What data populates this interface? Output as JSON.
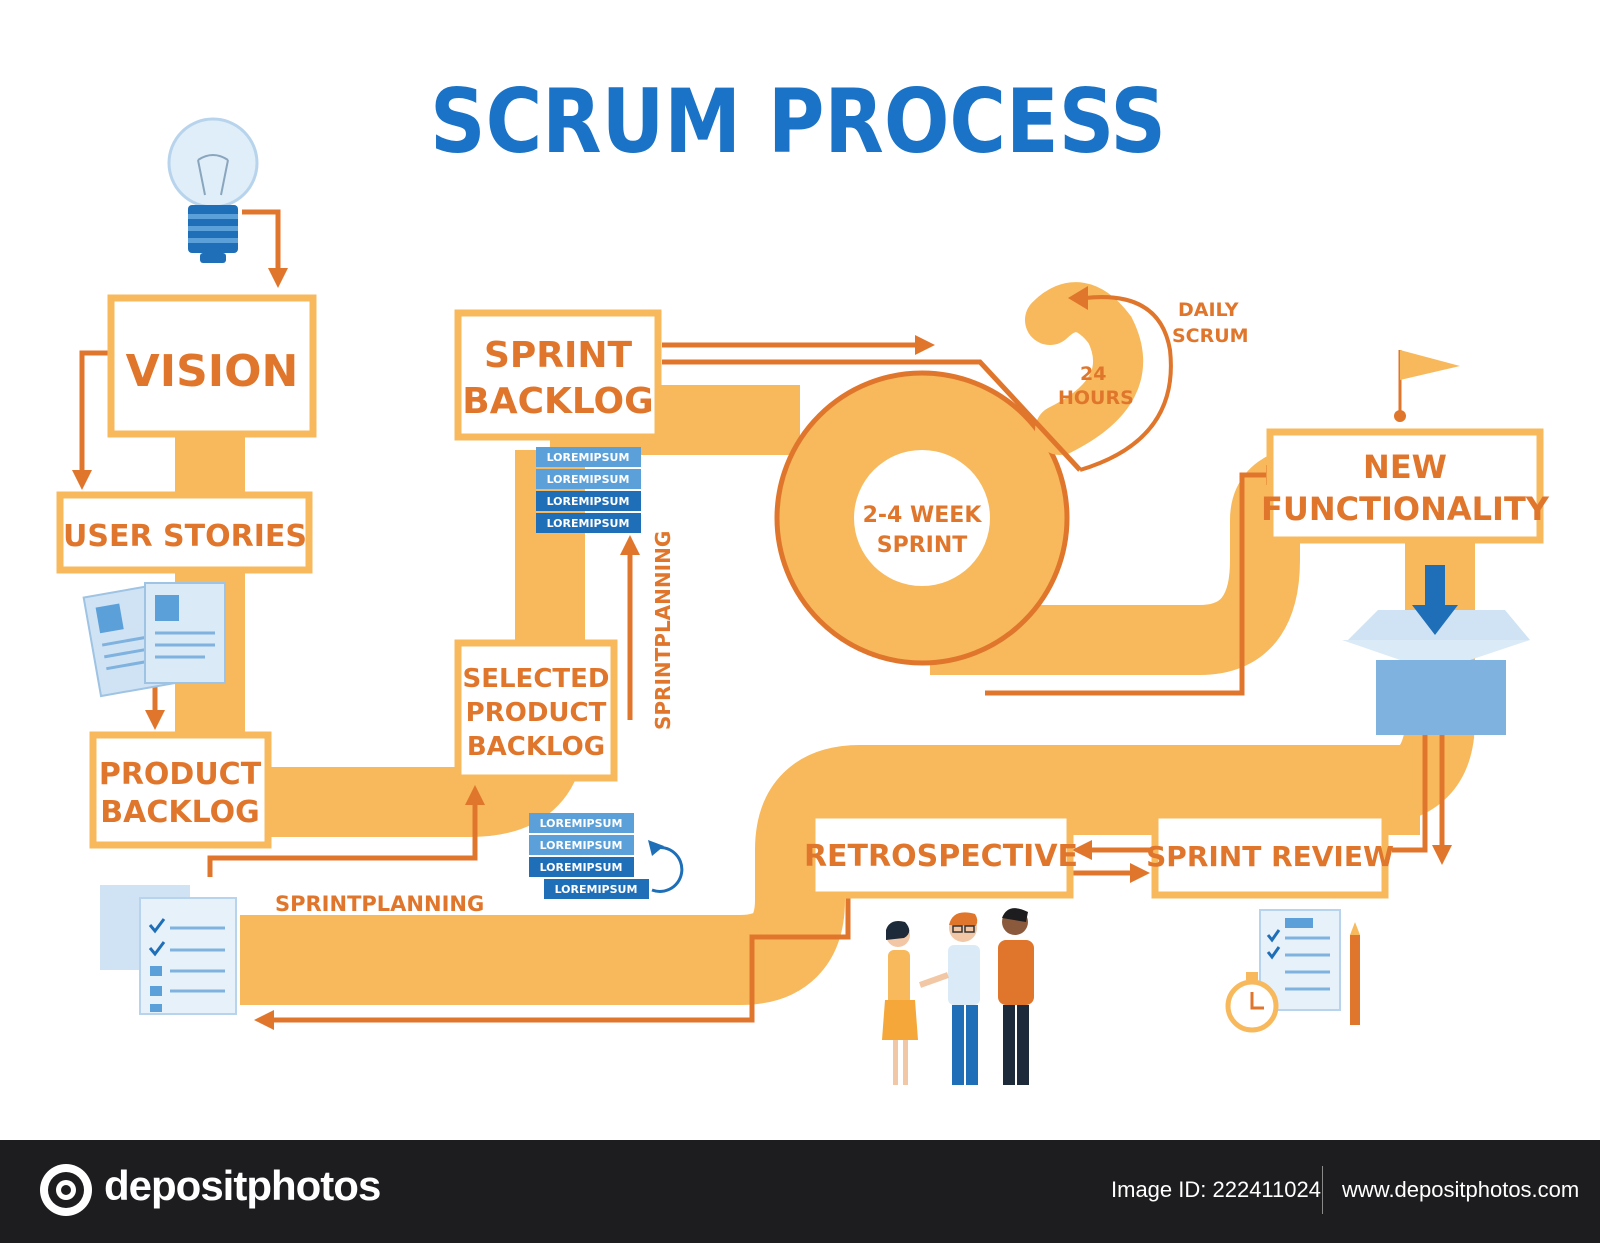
{
  "title": "SCRUM PROCESS",
  "colors": {
    "title_blue": "#1a73c6",
    "path_orange": "#f7b95c",
    "line_orange": "#e0762c",
    "box_text": "#e0762c",
    "stack_blue_light": "#5ba0d8",
    "stack_blue_dark": "#1f6fb8"
  },
  "nodes": {
    "vision": "VISION",
    "user_stories": "USER STORIES",
    "product_backlog": [
      "PRODUCT",
      "BACKLOG"
    ],
    "selected_product_backlog": [
      "SELECTED",
      "PRODUCT",
      "BACKLOG"
    ],
    "sprint_backlog": [
      "SPRINT",
      "BACKLOG"
    ],
    "sprint": [
      "2-4 WEEK",
      "SPRINT"
    ],
    "new_functionality": [
      "NEW",
      "FUNCTIONALITY"
    ],
    "sprint_review": "SPRINT REVIEW",
    "retrospective": "RETROSPECTIVE"
  },
  "labels": {
    "daily_scrum": [
      "DAILY",
      "SCRUM"
    ],
    "hours": [
      "24",
      "HOURS"
    ],
    "sprint_planning_vertical": "SPRINTPLANNING",
    "sprint_planning_horizontal": "SPRINTPLANNING"
  },
  "stack_top": [
    "LOREMIPSUM",
    "LOREMIPSUM",
    "LOREMIPSUM",
    "LOREMIPSUM"
  ],
  "stack_bottom": [
    "LOREMIPSUM",
    "LOREMIPSUM",
    "LOREMIPSUM",
    "LOREMIPSUM"
  ],
  "icons": [
    "light-bulb-icon",
    "user-profile-documents-icon",
    "checklist-document-icon",
    "flag-icon",
    "box-with-arrow-icon",
    "team-people-icon",
    "stopwatch-checklist-icon",
    "pencil-icon",
    "rotate-arrow-icon"
  ],
  "footer": {
    "brand": "depositphotos",
    "image_id": "Image ID: 222411024",
    "site": "www.depositphotos.com"
  }
}
